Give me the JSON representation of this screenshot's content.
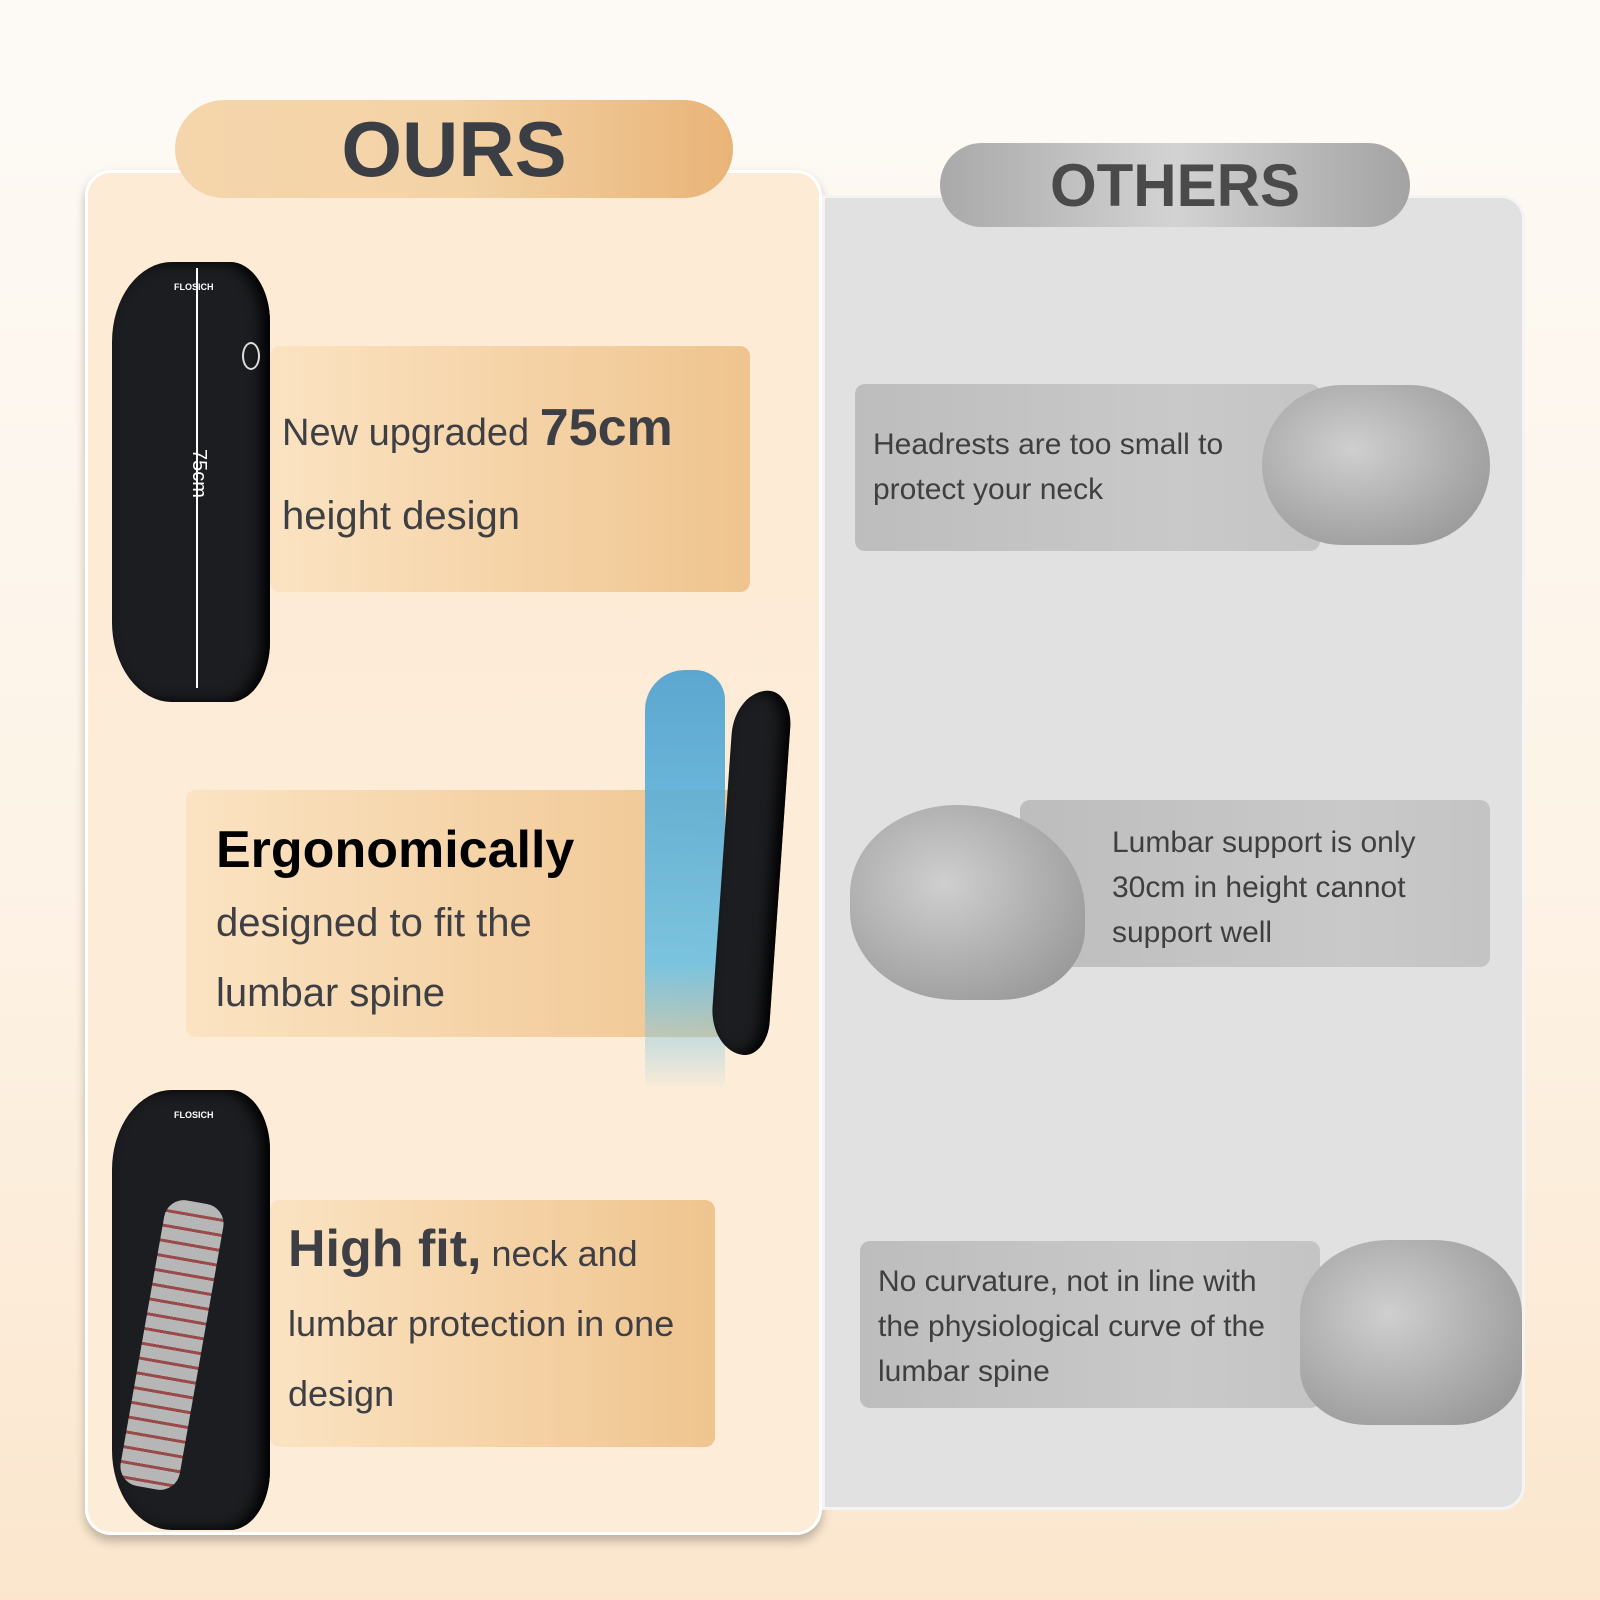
{
  "ours": {
    "title": "OURS",
    "brand": "FLOSICH",
    "height_label": "75cm",
    "features": [
      {
        "pre": "New upgraded ",
        "bold": "75cm",
        "post": "height design"
      },
      {
        "bold": "Ergonomically",
        "post": "designed to fit the lumbar spine"
      },
      {
        "bold": "High fit,",
        "post": " neck and lumbar protection in one design"
      }
    ]
  },
  "others": {
    "title": "OTHERS",
    "features": [
      {
        "text": "Headrests are too small to protect your neck"
      },
      {
        "text": "Lumbar support is only 30cm in height cannot support well"
      },
      {
        "text": "No curvature, not in line with the physiological curve of the lumbar spine"
      }
    ]
  },
  "colors": {
    "ours_accent": "#efc48e",
    "others_accent": "#bdbdbd",
    "cushion": "#1c1d20"
  }
}
